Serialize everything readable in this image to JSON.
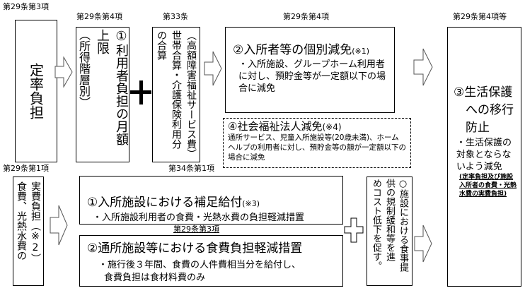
{
  "labels": {
    "art29_3_top": "第29条第3項",
    "art29_4_b": "第29条第4項",
    "art33": "第33条",
    "art29_4_d": "第29条第4項",
    "art29_4_f": "第29条第4項等",
    "art29_1": "第29条第1項",
    "art34_1": "第34条第1項",
    "art29_3_mid": "第29条第3項"
  },
  "boxes": {
    "fixed_rate": "定率負担",
    "monthly_cap": {
      "title": "①利用者負担の月額",
      "line2": "上限",
      "line3": "（所得階層別）"
    },
    "household": {
      "line1": "（高額障害福祉サービス費）",
      "line2": "世帯合算・介護保険利用分",
      "line3": "の合算"
    },
    "individual_reduction": {
      "title": "②入所者等の個別減免",
      "note": "(※1)",
      "body": "・入所施設、グループホーム利用者に対し、預貯金等が一定額以下の場合に減免"
    },
    "social_welfare": {
      "title": "④社会福祉法人減免",
      "note": "(※4)",
      "body": "通所サービス、児童入所施設等(20歳未満)、ホームヘルプの利用者に対し、預貯金等の額が一定額以下の場合に減免"
    },
    "welfare_prevention": {
      "title": "③生活保護への移行防止",
      "body": "・生活保護の対象とならないよう減免",
      "note": "(定率負担及び施設入所者の食費・光熱水費の実費負担)"
    },
    "actual_cost": {
      "line1": "実費負担（※2）",
      "line2": "食費、光熱水費の"
    },
    "supplementary": {
      "title": "①入所施設における補足給付",
      "note": "(※3)",
      "body": "・入所施設利用者の食費・光熱水費の負担軽減措置"
    },
    "meal_reduction": {
      "title": "②通所施設等における食費負担軽減措置",
      "body1": "・施行後３年間、食費の人件費相当分を給付し、",
      "body2": "食費負担は食材料費のみ"
    },
    "deregulation": {
      "line1": "○施設における食事提",
      "line2": "供の規制緩和等を進",
      "line3": "めコスト低下を促す。"
    }
  }
}
